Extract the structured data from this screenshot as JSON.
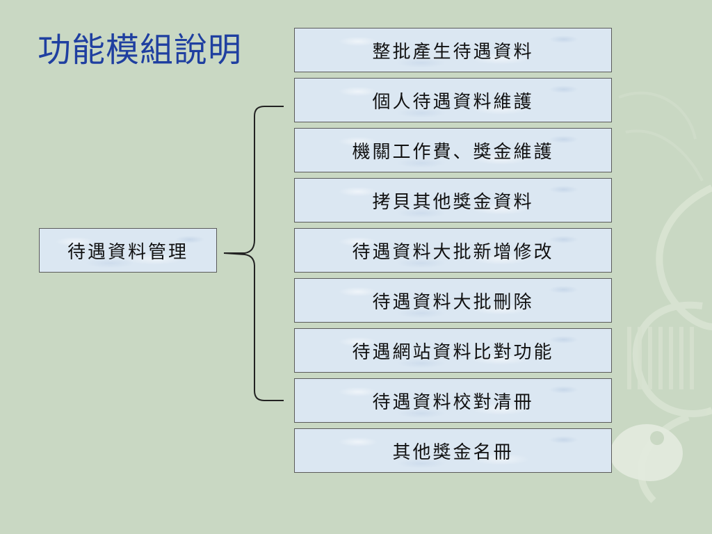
{
  "title": "功能模組說明",
  "root": {
    "label": "待遇資料管理"
  },
  "items": [
    {
      "label": "整批產生待遇資料"
    },
    {
      "label": "個人待遇資料維護"
    },
    {
      "label": "機關工作費、獎金維護"
    },
    {
      "label": "拷貝其他獎金資料"
    },
    {
      "label": "待遇資料大批新增修改"
    },
    {
      "label": "待遇資料大批刪除"
    },
    {
      "label": "待遇網站資料比對功能"
    },
    {
      "label": "待遇資料校對清冊"
    },
    {
      "label": "其他獎金名冊"
    }
  ],
  "colors": {
    "background": "#c9d8c3",
    "title": "#1f3fa0",
    "box_fill": "#dbe7f2",
    "box_border": "#5a5a5a"
  }
}
